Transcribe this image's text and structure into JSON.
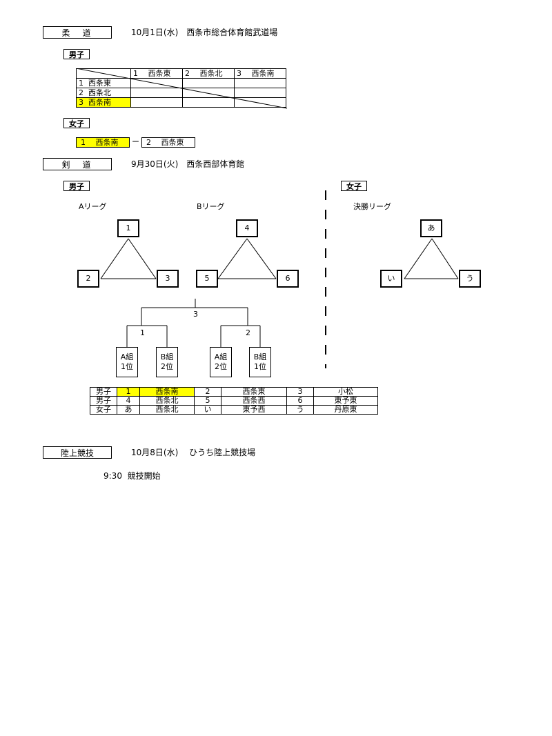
{
  "judo": {
    "header": "柔　道",
    "info": "10月1日(水)　西条市総合体育館武道場",
    "boys_label": "男子",
    "girls_label": "女子",
    "table": {
      "columns": [
        "1　 西条東",
        "2　 西条北",
        "3　 西条南"
      ],
      "rows": [
        "1  西条東",
        "2  西条北",
        "3  西条南"
      ],
      "highlight_row": 2
    },
    "girls_match": {
      "left": "1　 西条南",
      "dash": "ー",
      "right": "2　 西条東"
    }
  },
  "kendo": {
    "header": "剣　道",
    "info": "9月30日(火)　西条西部体育館",
    "boys_label": "男子",
    "girls_label": "女子",
    "a_league": "Aリーグ",
    "b_league": "Bリーグ",
    "final_league": "決勝リーグ",
    "a_nodes": [
      "1",
      "2",
      "3"
    ],
    "b_nodes": [
      "4",
      "5",
      "6"
    ],
    "f_nodes": [
      "あ",
      "い",
      "う"
    ],
    "bracket": {
      "final_label": "3",
      "left_label": "1",
      "right_label": "2",
      "slots": [
        [
          "A組",
          "1位"
        ],
        [
          "B組",
          "2位"
        ],
        [
          "A組",
          "2位"
        ],
        [
          "B組",
          "1位"
        ]
      ]
    },
    "match_table": [
      [
        "男子",
        "1",
        "西条南",
        "2",
        "西条東",
        "3",
        "小松"
      ],
      [
        "男子",
        "4",
        "西条北",
        "5",
        "西条西",
        "6",
        "東予東"
      ],
      [
        "女子",
        "あ",
        "西条北",
        "い",
        "東予西",
        "う",
        "丹原東"
      ]
    ],
    "highlight": {
      "row": 0,
      "cols": [
        1,
        2
      ],
      "color": "#ffff00"
    }
  },
  "athletics": {
    "header": "陸上競技",
    "info": "10月8日(水)　 ひうち陸上競技場",
    "note": "9:30  競技開始"
  }
}
